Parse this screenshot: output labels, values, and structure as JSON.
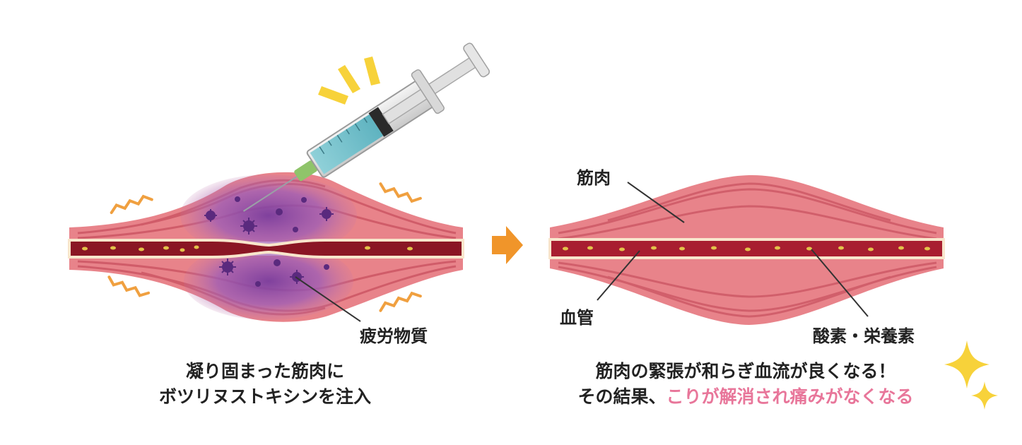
{
  "labels": {
    "fatigue": "疲労物質",
    "muscle": "筋肉",
    "vessel": "血管",
    "oxygen": "酸素・栄養素"
  },
  "captions": {
    "left_line1": "凝り固まった筋肉に",
    "left_line2": "ボツリヌストキシンを注入",
    "right_line1": "筋肉の緊張が和らぎ血流が良くなる！",
    "right_line2_prefix": "その結果、",
    "right_line2_highlight": "こりが解消され痛みがなくなる"
  },
  "colors": {
    "muscle": "#e8838a",
    "muscle_stripe": "#c8505e",
    "vessel": "#8a1624",
    "vessel_border": "#f8e6cc",
    "toxin": "#8a4fae",
    "arrow": "#f0952a",
    "sparkle": "#f7d23a",
    "highlight": "#e8769a",
    "squiggle": "#f0a040"
  },
  "icons": [
    "syringe-icon",
    "sparkle-icon",
    "arrow-right-icon"
  ]
}
